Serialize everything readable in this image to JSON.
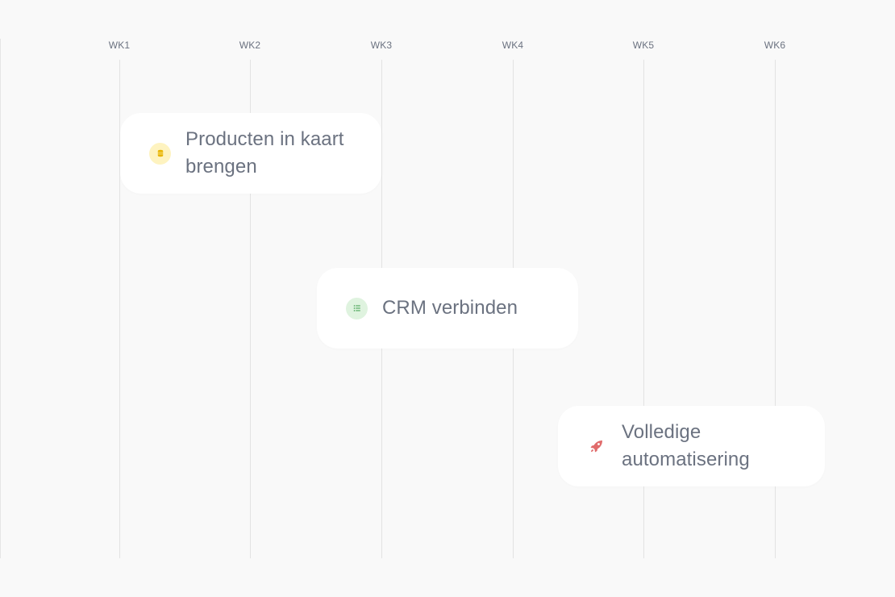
{
  "timeline": {
    "weeks": [
      "WK1",
      "WK2",
      "WK3",
      "WK4",
      "WK5",
      "WK6"
    ]
  },
  "tasks": [
    {
      "label": "Producten in kaart brengen",
      "icon": "database-icon",
      "icon_color": "#e8b400",
      "icon_bg": "#fef3c0"
    },
    {
      "label": "CRM verbinden",
      "icon": "list-icon",
      "icon_color": "#3a9b4a",
      "icon_bg": "#dff3df"
    },
    {
      "label": "Volledige automatisering",
      "icon": "rocket-icon",
      "icon_color": "#e06b6b",
      "icon_bg": "transparent"
    }
  ]
}
